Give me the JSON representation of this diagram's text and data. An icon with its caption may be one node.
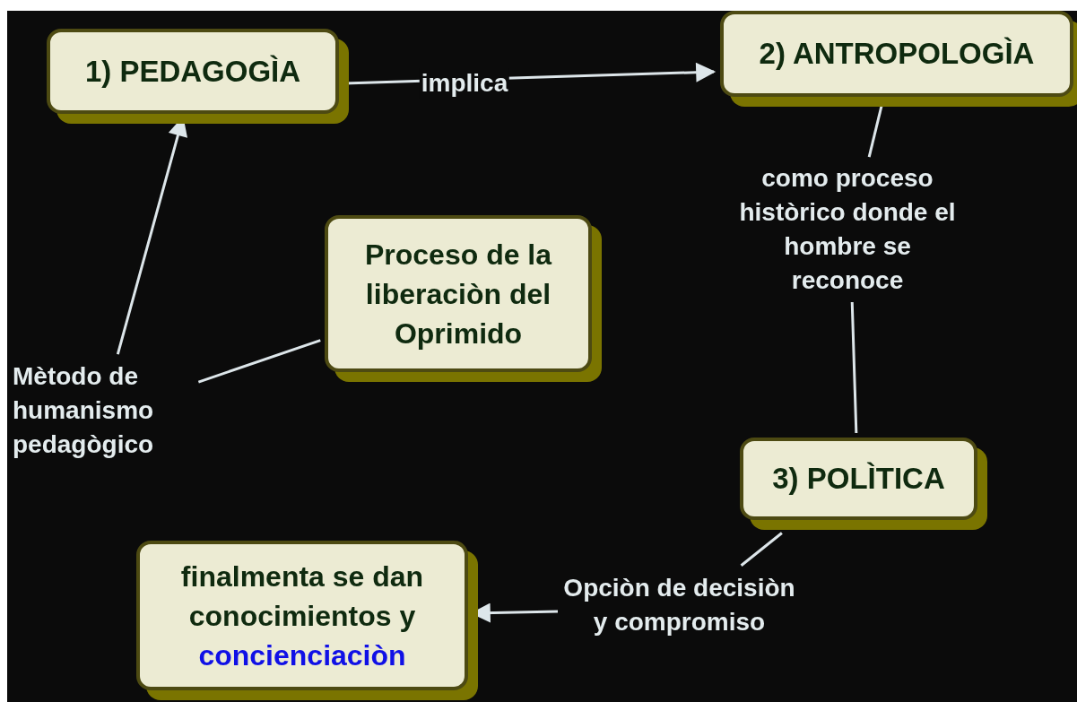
{
  "diagram": {
    "nodes": [
      {
        "text": [
          "1) PEDAGOGÌA"
        ]
      },
      {
        "text": [
          "2) ANTROPOLOGÌA"
        ]
      },
      {
        "text": [
          "como proceso històrico donde el hombre se reconoce"
        ]
      },
      {
        "text": [
          "Proceso de la liberaciòn del Oprimido"
        ]
      },
      {
        "text": [
          "Mètodo de humanismo pedagògico"
        ]
      },
      {
        "text": [
          "3) POLÌTICA"
        ]
      },
      {
        "text": [
          "Opciòn de decisiòn y compromiso"
        ]
      },
      {
        "text": [
          "finalmenta se dan conocimientos y",
          "concienciaciòn"
        ]
      }
    ],
    "edges": [
      {
        "from": 0,
        "to": 1,
        "arrow": "to",
        "label": "implica"
      },
      {
        "from": 1,
        "to": 2,
        "arrow": "none"
      },
      {
        "from": 2,
        "to": 5,
        "arrow": "none"
      },
      {
        "from": 3,
        "to": 4,
        "arrow": "none"
      },
      {
        "from": 4,
        "to": 0,
        "arrow": "to"
      },
      {
        "from": 5,
        "to": 6,
        "arrow": "none"
      },
      {
        "from": 6,
        "to": 7,
        "arrow": "to"
      }
    ]
  }
}
